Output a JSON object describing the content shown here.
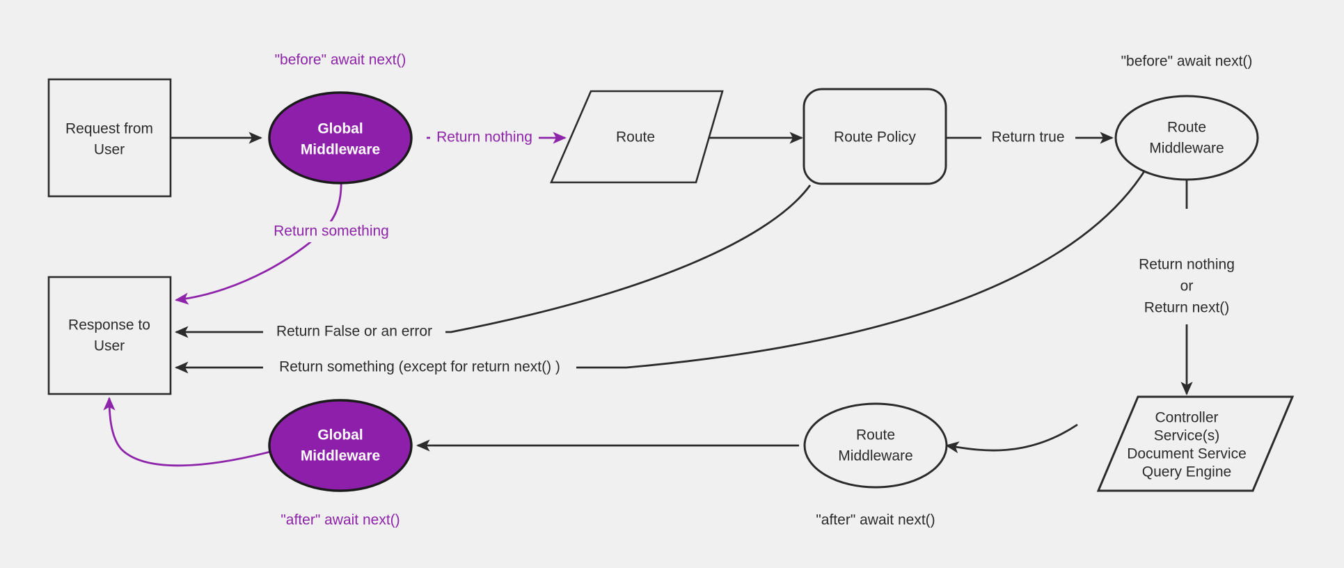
{
  "diagram": {
    "title": "Middleware request lifecycle flow",
    "background_color": "#f0f0f0",
    "accent_color": "#8e24aa",
    "accent_fill": "#8e1fab",
    "line_color": "#2b2b2b",
    "nodes": {
      "request": {
        "line1": "Request from",
        "line2": "User"
      },
      "global_mw_top": {
        "line1": "Global",
        "line2": "Middleware"
      },
      "route": {
        "line1": "Route"
      },
      "route_policy": {
        "line1": "Route Policy"
      },
      "route_mw_top": {
        "line1": "Route",
        "line2": "Middleware"
      },
      "controller": {
        "line1": "Controller",
        "line2": "Service(s)",
        "line3": "Document Service",
        "line4": "Query Engine"
      },
      "route_mw_bottom": {
        "line1": "Route",
        "line2": "Middleware"
      },
      "global_mw_bottom": {
        "line1": "Global",
        "line2": "Middleware"
      },
      "response": {
        "line1": "Response to",
        "line2": "User"
      }
    },
    "annotations": {
      "before_global": "\"before\" await next()",
      "before_route": "\"before\" await next()",
      "after_global": "\"after\" await next()",
      "after_route": "\"after\" await next()"
    },
    "edges": {
      "return_nothing": "Return nothing",
      "return_something": "Return something",
      "return_true": "Return true",
      "route_mw_out_line1": "Return nothing",
      "route_mw_out_line2": "or",
      "route_mw_out_line3": "Return next()",
      "return_false_or_error": "Return False or an error",
      "return_something_except": "Return something (except for return next() )"
    }
  }
}
